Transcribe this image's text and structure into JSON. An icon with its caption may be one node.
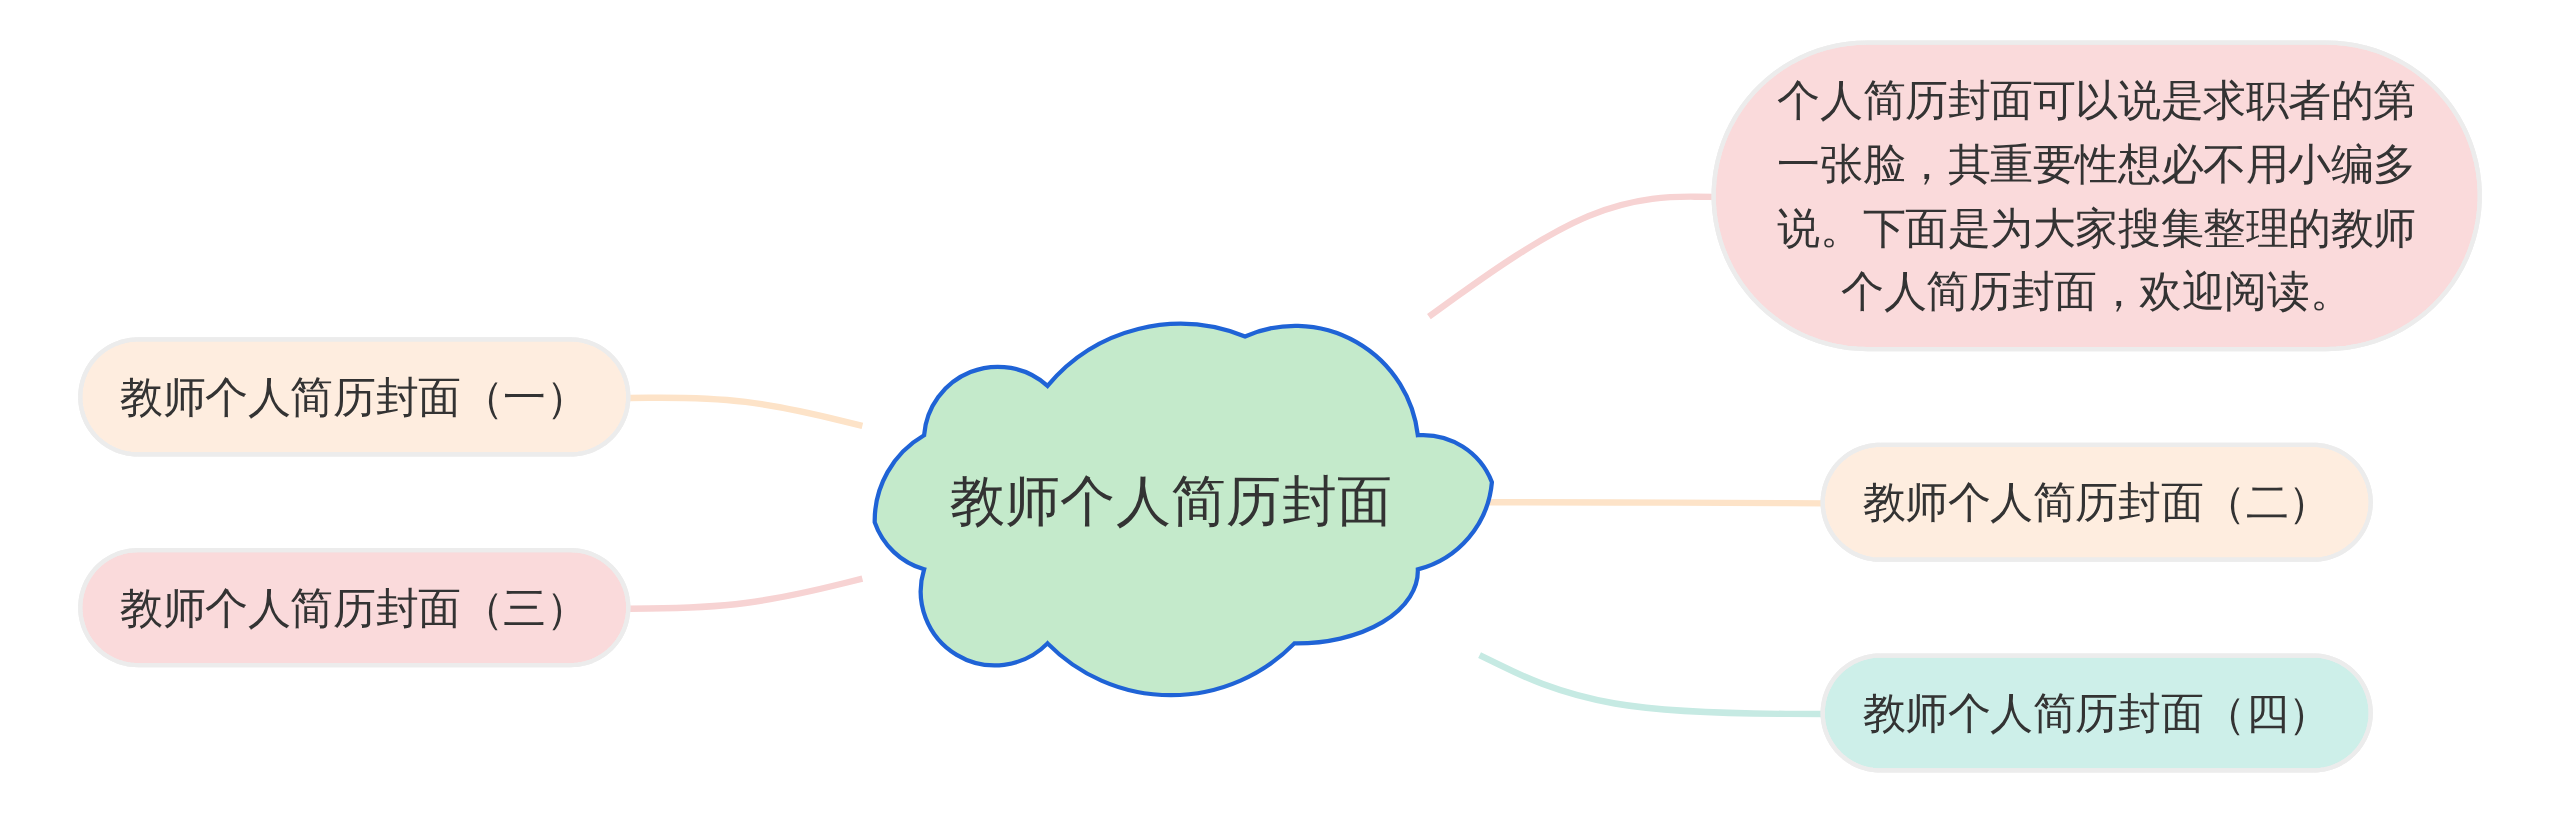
{
  "diagram": {
    "nodes": [
      {
        "text": [
          "教师个人简历封面"
        ]
      },
      {
        "text": [
          "教师个人简历封面（一）"
        ]
      },
      {
        "text": [
          "教师个人简历封面（三）"
        ]
      },
      {
        "text": [
          "个人简历封面可以说是求职者的第一张脸，其重要性想必不用小编多说。下面是为大家搜集整理的教师个人简历封面，欢迎阅读。"
        ]
      },
      {
        "text": [
          "教师个人简历封面（二）"
        ]
      },
      {
        "text": [
          "教师个人简历封面（四）"
        ]
      }
    ],
    "edges": [
      {
        "from": 1,
        "to": 0,
        "arrow": "none",
        "color": "#fde3c8"
      },
      {
        "from": 2,
        "to": 0,
        "arrow": "none",
        "color": "#f7d3d3"
      },
      {
        "from": 0,
        "to": 3,
        "arrow": "none",
        "color": "#f7d3d3"
      },
      {
        "from": 0,
        "to": 4,
        "arrow": "none",
        "color": "#fde3c8"
      },
      {
        "from": 0,
        "to": 5,
        "arrow": "none",
        "color": "#c6eae3"
      }
    ]
  }
}
